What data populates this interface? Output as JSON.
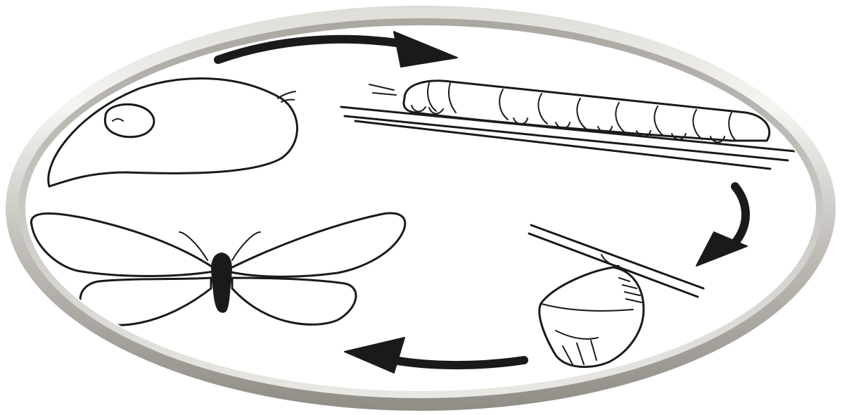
{
  "diagram": {
    "subject": "",
    "stages": [
      {
        "id": "leaf-egg",
        "icon": "leaf-with-egg-icon"
      },
      {
        "id": "caterpillar",
        "icon": "caterpillar-icon"
      },
      {
        "id": "chrysalis",
        "icon": "chrysalis-icon"
      },
      {
        "id": "butterfly",
        "icon": "butterfly-icon"
      }
    ],
    "arrows": [
      {
        "from": "leaf-egg",
        "to": "caterpillar",
        "icon": "curved-arrow-right-icon"
      },
      {
        "from": "caterpillar",
        "to": "chrysalis",
        "icon": "curved-arrow-down-icon"
      },
      {
        "from": "chrysalis",
        "to": "butterfly",
        "icon": "curved-arrow-left-icon"
      }
    ],
    "colors": {
      "ink": "#1a1a1a",
      "background": "#ffffff",
      "frame_light": "#f4f3ef",
      "frame_mid": "#cfcdc6",
      "frame_dark": "#9b9992"
    }
  }
}
